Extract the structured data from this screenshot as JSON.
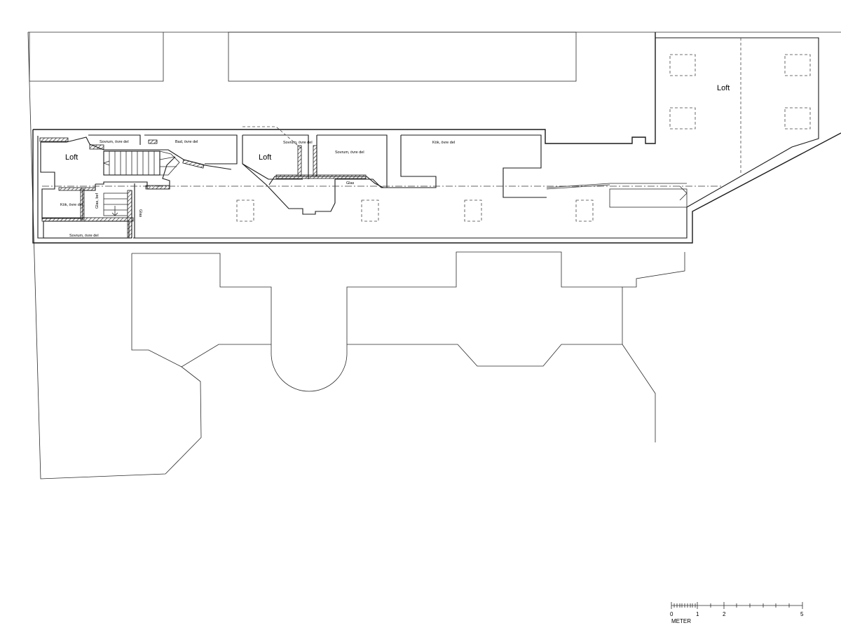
{
  "rooms": {
    "loft_left": "Loft",
    "loft_mid": "Loft",
    "loft_right": "Loft",
    "sovrum_top_left": "Sovrum, övre del",
    "bad": "Bad, övre del",
    "sovrum_mid": "Sovrum, övre del",
    "sovrum_mid2": "Sovrum, övre del",
    "kok": "Kök, övre del",
    "kok_left": "Kök, övre del",
    "glas_bef": "Glas, bef",
    "glas_left": "Glas",
    "glas_mid": "Glas",
    "sovrum_bottom_left": "Sovrum, övre del"
  },
  "scale": {
    "ticks": [
      "0",
      "1",
      "2",
      "5"
    ],
    "unit": "METER"
  },
  "colors": {
    "line": "#1a1a1a",
    "background": "#ffffff"
  }
}
